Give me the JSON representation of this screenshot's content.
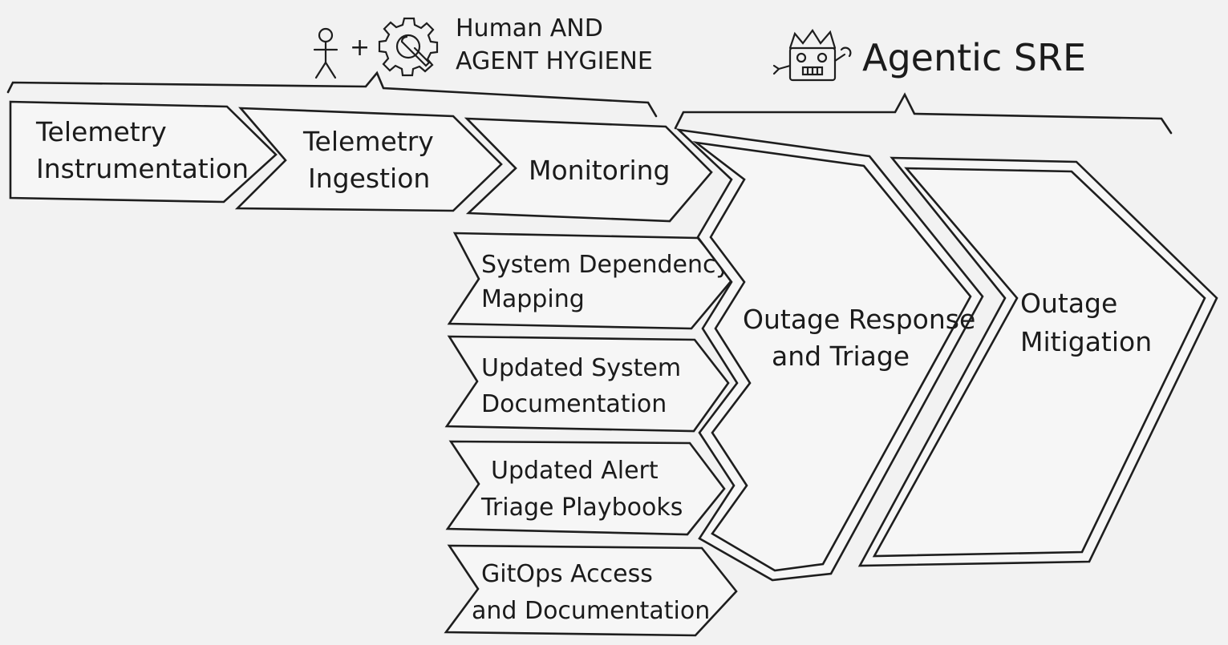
{
  "header": {
    "hygiene_line1": "Human AND",
    "hygiene_line2": "AGENT HYGIENE",
    "agentic_title": "Agentic SRE"
  },
  "steps": {
    "telemetry_instrumentation": [
      "Telemetry",
      "Instrumentation"
    ],
    "telemetry_ingestion": [
      "Telemetry",
      "Ingestion"
    ],
    "monitoring": [
      "Monitoring"
    ],
    "system_dependency_mapping": [
      "System Dependency",
      "Mapping"
    ],
    "updated_system_documentation": [
      "Updated System",
      "Documentation"
    ],
    "updated_alert_triage_playbooks": [
      "Updated Alert",
      "Triage Playbooks"
    ],
    "gitops_access_documentation": [
      "GitOps Access",
      "and Documentation"
    ],
    "outage_response_triage": [
      "Outage Response",
      "and Triage"
    ],
    "outage_mitigation": [
      "Outage",
      "Mitigation"
    ]
  },
  "icons": {
    "human": "person-icon",
    "plus": "+",
    "agent": "gear-wrench-icon",
    "robot": "robot-icon"
  },
  "colors": {
    "ink": "#1e1e1e",
    "background": "#f2f2f2"
  }
}
